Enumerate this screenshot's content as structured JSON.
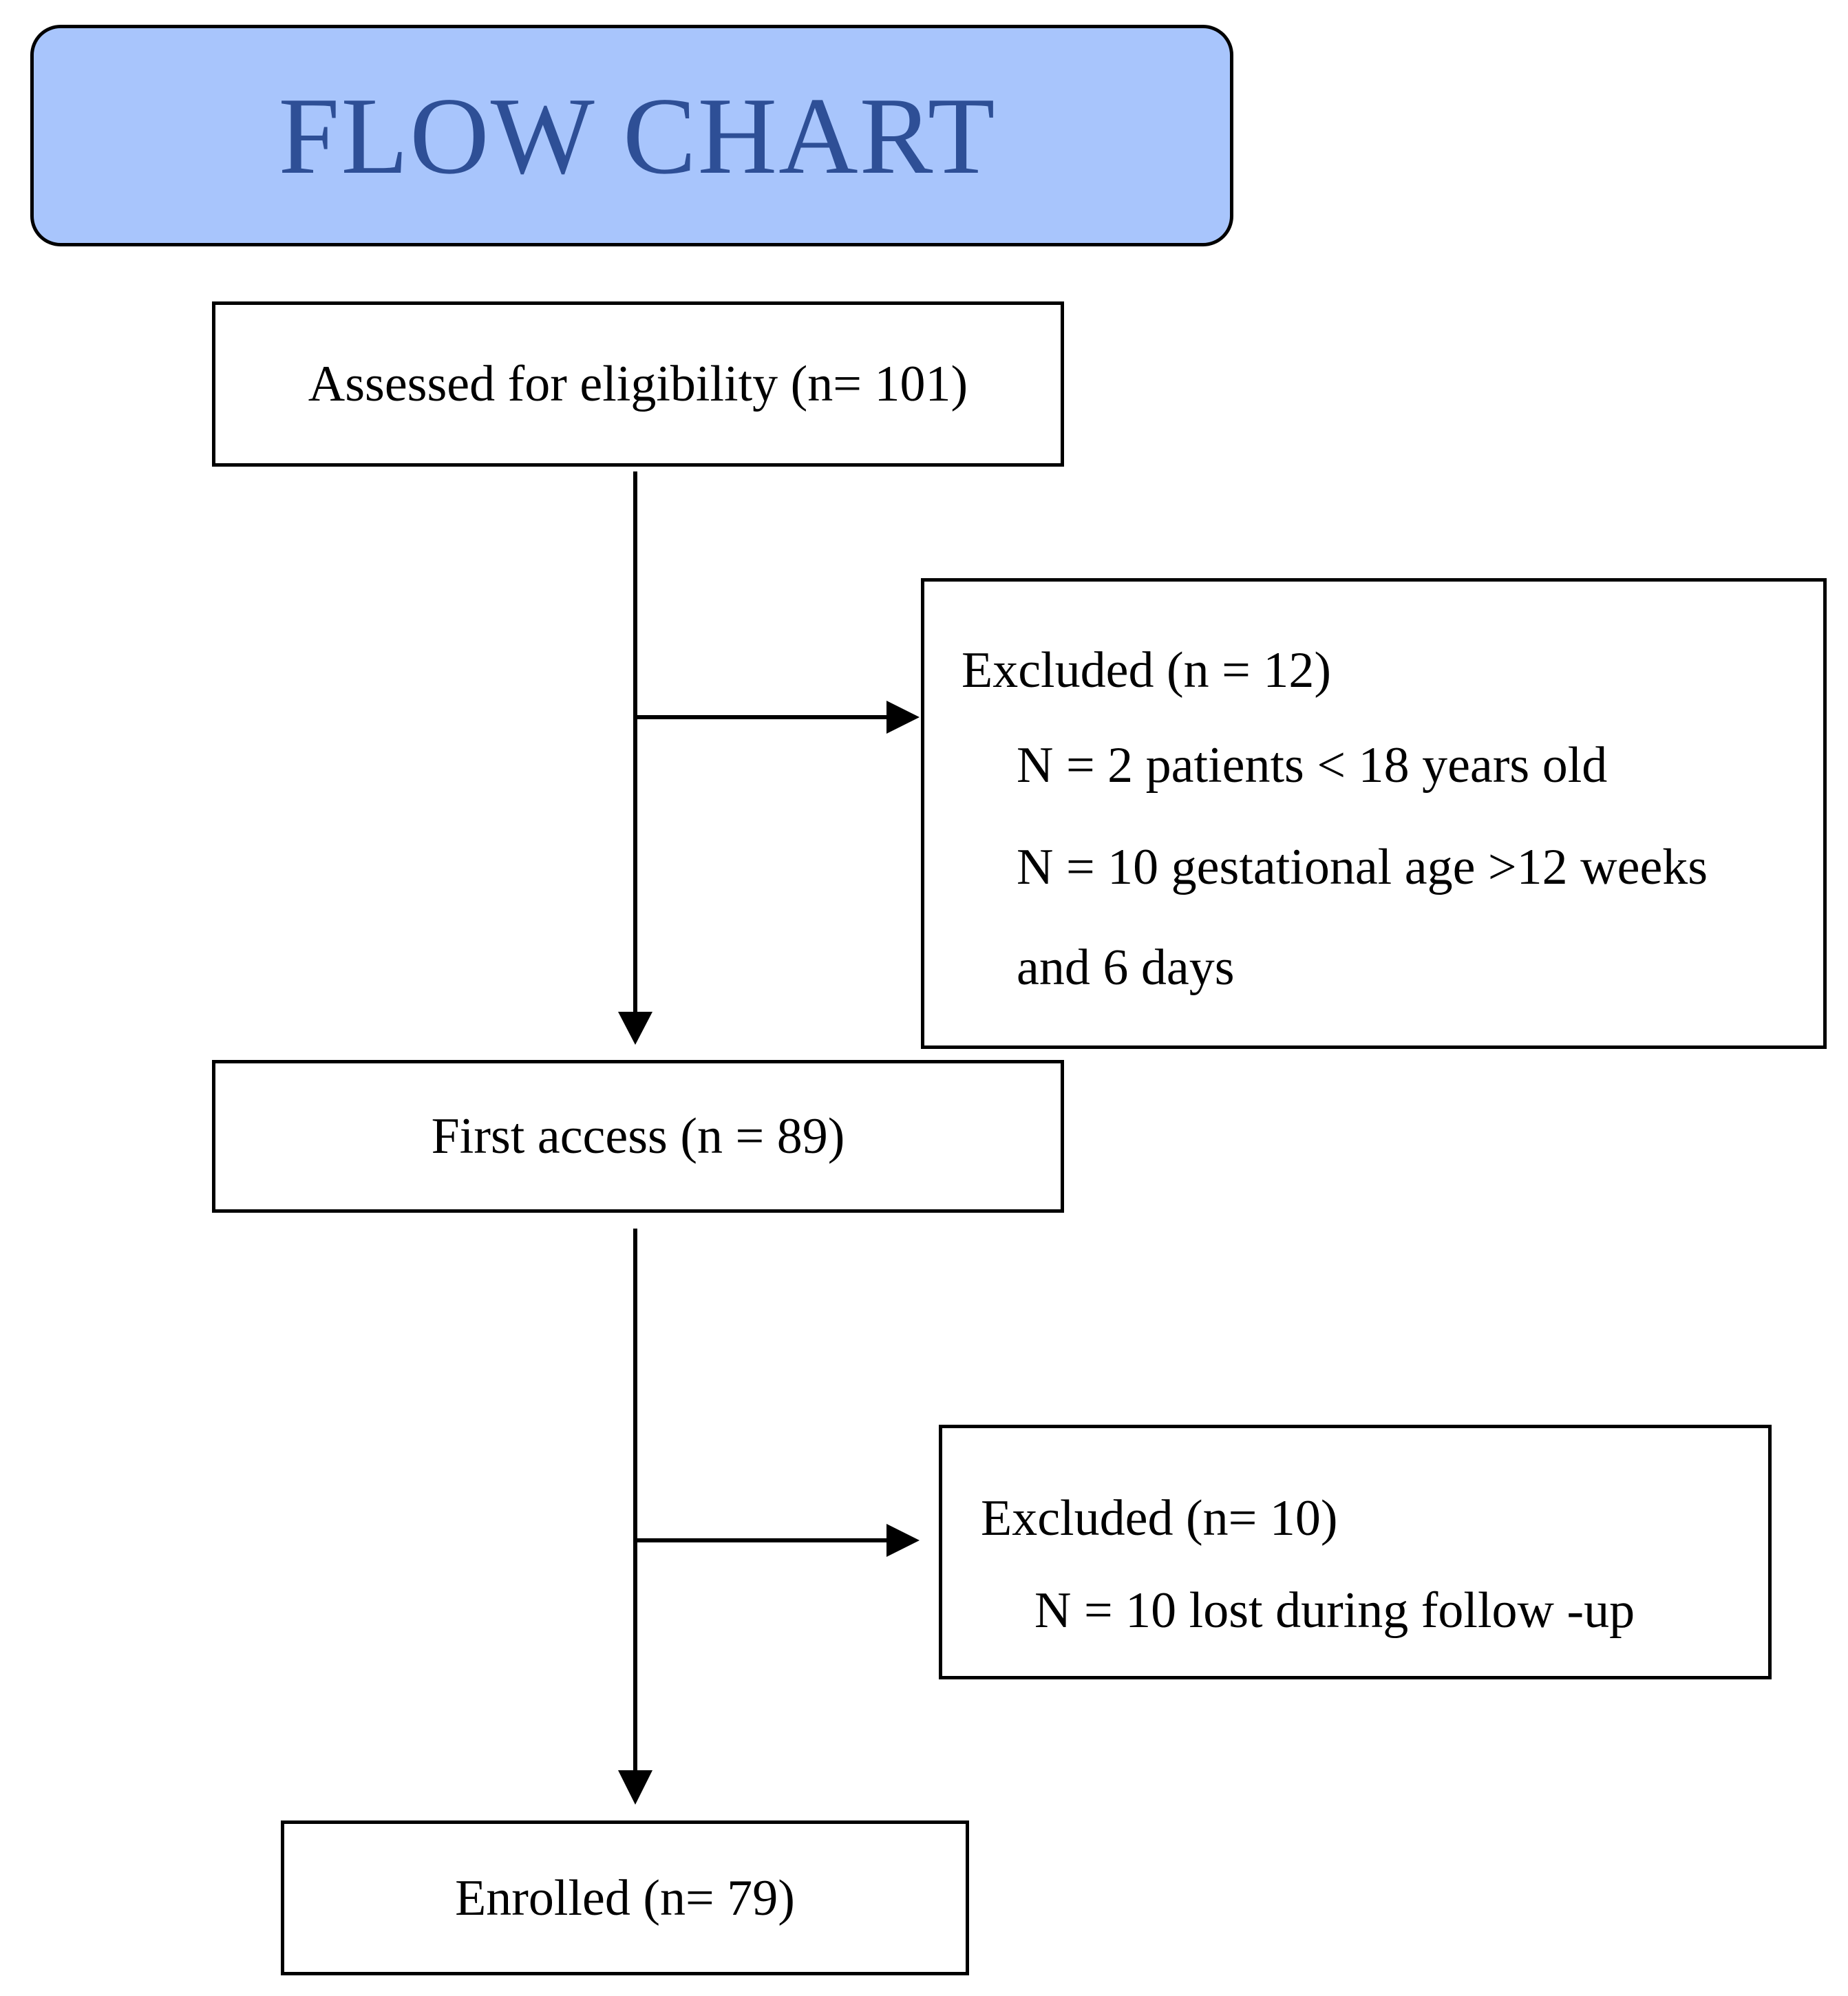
{
  "title": "FLOW CHART",
  "title_color": "#2e4f96",
  "title_fill": "#a8c5fc",
  "nodes": {
    "assessed": "Assessed for eligibility (n= 101)",
    "first_access": "First access (n = 89)",
    "enrolled": "Enrolled (n= 79)"
  },
  "exclusions": [
    {
      "heading": "Excluded (n = 12)",
      "lines": [
        "N = 2 patients < 18 years old",
        "N = 10 gestational age >12 weeks",
        "and 6 days"
      ]
    },
    {
      "heading": "Excluded (n= 10)",
      "lines": [
        "N = 10 lost during follow -up"
      ]
    }
  ]
}
